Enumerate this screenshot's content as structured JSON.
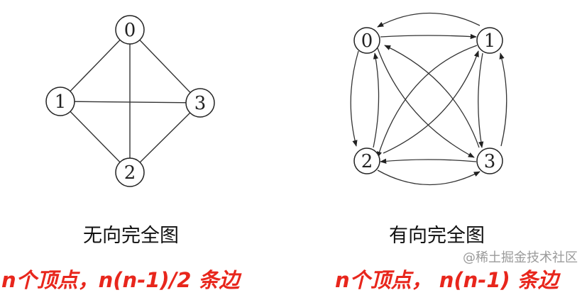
{
  "undirected": {
    "nodes": [
      "0",
      "1",
      "2",
      "3"
    ],
    "edges": [
      [
        "0",
        "1"
      ],
      [
        "0",
        "3"
      ],
      [
        "0",
        "2"
      ],
      [
        "1",
        "3"
      ],
      [
        "1",
        "2"
      ],
      [
        "3",
        "2"
      ]
    ],
    "caption": "无向完全图",
    "formula": "n个顶点，n(n-1)/2 条边"
  },
  "directed": {
    "nodes": [
      "0",
      "1",
      "2",
      "3"
    ],
    "edges": [
      [
        "0",
        "1"
      ],
      [
        "1",
        "0"
      ],
      [
        "0",
        "2"
      ],
      [
        "2",
        "0"
      ],
      [
        "0",
        "3"
      ],
      [
        "3",
        "0"
      ],
      [
        "1",
        "2"
      ],
      [
        "2",
        "1"
      ],
      [
        "1",
        "3"
      ],
      [
        "3",
        "1"
      ],
      [
        "2",
        "3"
      ],
      [
        "3",
        "2"
      ]
    ],
    "caption": "有向完全图",
    "formula": "n个顶点， n(n-1) 条边"
  },
  "watermark": "@稀土掘金技术社区",
  "colors": {
    "formula": "#e8261c",
    "lines": "#222222"
  }
}
